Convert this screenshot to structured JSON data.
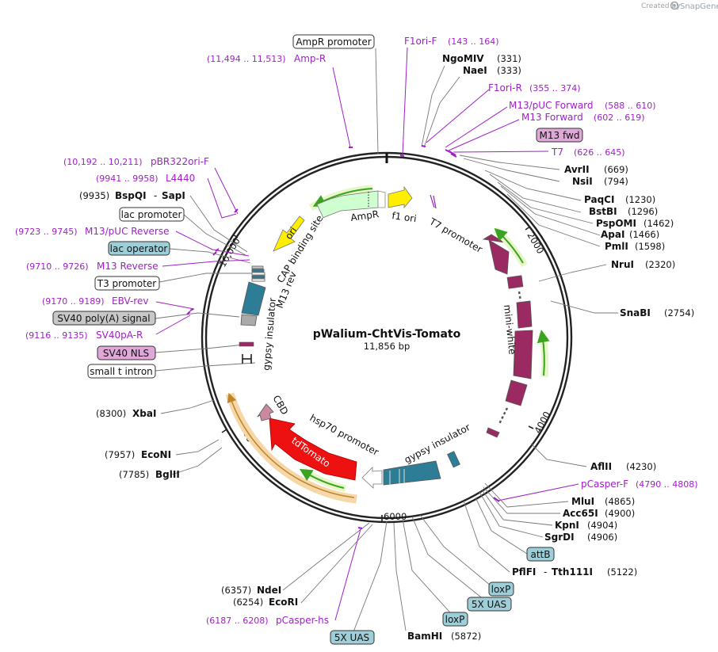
{
  "brand": {
    "created_by": "Created by",
    "name": "SnapGene"
  },
  "map": {
    "name": "pWalium-ChtVis-Tomato",
    "size": "11,856 bp"
  },
  "ticks": [
    "2000",
    "4000",
    "6000",
    "8000",
    "10,000"
  ],
  "enzymes": [
    {
      "name": "NgoMIV",
      "pos": "(331)"
    },
    {
      "name": "NaeI",
      "pos": "(333)"
    },
    {
      "name": "AvrII",
      "pos": "(669)"
    },
    {
      "name": "NsiI",
      "pos": "(794)"
    },
    {
      "name": "PaqCI",
      "pos": "(1230)"
    },
    {
      "name": "BstBI",
      "pos": "(1296)"
    },
    {
      "name": "PspOMI",
      "pos": "(1462)"
    },
    {
      "name": "ApaI",
      "pos": "(1466)"
    },
    {
      "name": "PmlI",
      "pos": "(1598)"
    },
    {
      "name": "NruI",
      "pos": "(2320)"
    },
    {
      "name": "SnaBI",
      "pos": "(2754)"
    },
    {
      "name": "AflII",
      "pos": "(4230)"
    },
    {
      "name": "MluI",
      "pos": "(4865)"
    },
    {
      "name": "Acc65I",
      "pos": "(4900)"
    },
    {
      "name": "KpnI",
      "pos": "(4904)"
    },
    {
      "name": "SgrDI",
      "pos": "(4906)"
    },
    {
      "name": "PflFI",
      "name2": "Tth111I",
      "pos": "(5122)"
    },
    {
      "name": "BamHI",
      "pos": "(5872)"
    },
    {
      "name": "EcoRI",
      "pos": "(6254)"
    },
    {
      "name": "NdeI",
      "pos": "(6357)"
    },
    {
      "name": "BglII",
      "pos": "(7785)"
    },
    {
      "name": "EcoNI",
      "pos": "(7957)"
    },
    {
      "name": "XbaI",
      "pos": "(8300)"
    },
    {
      "name": "BspQI",
      "name2": "SapI",
      "pos": "(9935)"
    }
  ],
  "primers": [
    {
      "name": "F1ori-F",
      "pos": "(143 .. 164)"
    },
    {
      "name": "F1ori-R",
      "pos": "(355 .. 374)"
    },
    {
      "name": "M13/pUC Forward",
      "pos": "(588 .. 610)"
    },
    {
      "name": "M13 Forward",
      "pos": "(602 .. 619)"
    },
    {
      "name": "T7",
      "pos": "(626 .. 645)"
    },
    {
      "name": "pCasper-F",
      "pos": "(4790 .. 4808)"
    },
    {
      "name": "pCasper-hs",
      "pos": "(6187 .. 6208)"
    },
    {
      "name": "SV40pA-R",
      "pos": "(9116 .. 9135)"
    },
    {
      "name": "EBV-rev",
      "pos": "(9170 .. 9189)"
    },
    {
      "name": "M13 Reverse",
      "pos": "(9710 .. 9726)"
    },
    {
      "name": "M13/pUC Reverse",
      "pos": "(9723 .. 9745)"
    },
    {
      "name": "L4440",
      "pos": "(9941 .. 9958)"
    },
    {
      "name": "pBR322ori-F",
      "pos": "(10,192 .. 10,211)"
    },
    {
      "name": "Amp-R",
      "pos": "(11,494 .. 11,513)"
    }
  ],
  "boxed_features": [
    {
      "name": "AmpR promoter",
      "style": "white"
    },
    {
      "name": "M13 fwd",
      "style": "pink"
    },
    {
      "name": "lac promoter",
      "style": "white"
    },
    {
      "name": "lac operator",
      "style": "teal"
    },
    {
      "name": "T3 promoter",
      "style": "white"
    },
    {
      "name": "SV40 poly(A) signal",
      "style": "gray"
    },
    {
      "name": "SV40 NLS",
      "style": "pink"
    },
    {
      "name": "small t intron",
      "style": "white"
    },
    {
      "name": "attB",
      "style": "teal"
    },
    {
      "name": "loxP",
      "style": "teal"
    },
    {
      "name": "5X UAS",
      "style": "teal"
    },
    {
      "name": "loxP",
      "style": "teal"
    },
    {
      "name": "5X UAS",
      "style": "teal"
    }
  ],
  "inner_labels": {
    "ampr": "AmpR",
    "f1ori": "f1 ori",
    "t7promoter": "T7 promoter",
    "ori": "ori",
    "cap": "CAP binding site",
    "m13rev": "M13 rev",
    "gypsy1": "gypsy insulator",
    "miniwhite": "mini-white",
    "cbd": "CBD",
    "tdtomato": "tdTomato",
    "hsp70": "hsp70 promoter",
    "gypsy2": "gypsy insulator"
  },
  "colors": {
    "ampr": "#cfffd0",
    "f1ori": "#ffee00",
    "ori": "#ffee00",
    "miniwhite": "#9b2a62",
    "gypsy": "#2e7d96",
    "tdtomato": "#ee1111",
    "cbd": "#c98aa0",
    "primer": "#a020c8",
    "orf_arrow": "#3aa320",
    "orf_glow": "#e6f7c8",
    "tdtomato_glow": "#f5d7a8"
  }
}
